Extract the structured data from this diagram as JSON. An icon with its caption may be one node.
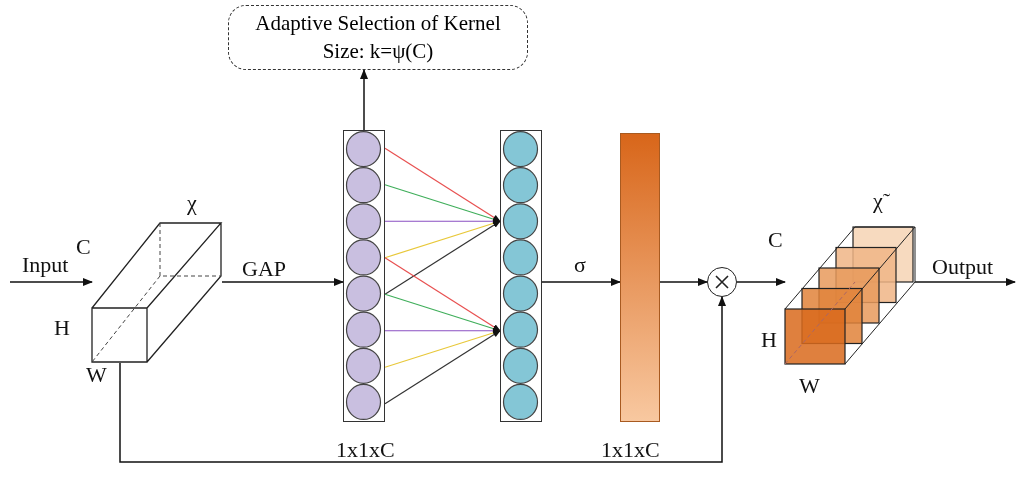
{
  "diagram": {
    "nodes": [
      {
        "text": [
          "Adaptive Selection of Kernel Size: k=ψ(C)"
        ]
      },
      {
        "text": [],
        "shape": "picture",
        "beside": [
          "χ",
          "C",
          "H",
          "W"
        ]
      },
      {
        "text": [],
        "shape": "bar",
        "beside": [
          "1x1xC"
        ]
      },
      {
        "text": [],
        "shape": "bar"
      },
      {
        "text": [],
        "shape": "bar",
        "beside": [
          "1x1xC"
        ]
      },
      {
        "text": [],
        "shape": "circle"
      },
      {
        "text": [],
        "shape": "picture",
        "beside": [
          "χ̃",
          "C",
          "H",
          "W"
        ]
      }
    ],
    "edges": [
      {
        "from": null,
        "to": 1,
        "arrow": "to",
        "label": "Input"
      },
      {
        "from": 1,
        "to": 2,
        "arrow": "to",
        "label": "GAP"
      },
      {
        "from": 2,
        "to": 0,
        "arrow": "to"
      },
      {
        "from": 2,
        "to": 3,
        "arrow": "to",
        "color": "#e85050"
      },
      {
        "from": 2,
        "to": 3,
        "arrow": "to",
        "color": "#3fae5a"
      },
      {
        "from": 2,
        "to": 3,
        "arrow": "to",
        "color": "#8a4fc2"
      },
      {
        "from": 2,
        "to": 3,
        "arrow": "to",
        "color": "#e8c83a"
      },
      {
        "from": 2,
        "to": 3,
        "arrow": "to"
      },
      {
        "from": 2,
        "to": 3,
        "arrow": "to",
        "color": "#e85050"
      },
      {
        "from": 2,
        "to": 3,
        "arrow": "to",
        "color": "#3fae5a"
      },
      {
        "from": 2,
        "to": 3,
        "arrow": "to",
        "color": "#8a4fc2"
      },
      {
        "from": 2,
        "to": 3,
        "arrow": "to",
        "color": "#e8c83a"
      },
      {
        "from": 2,
        "to": 3,
        "arrow": "to"
      },
      {
        "from": 3,
        "to": 4,
        "arrow": "to",
        "label": "σ"
      },
      {
        "from": 4,
        "to": 5,
        "arrow": "to"
      },
      {
        "from": 5,
        "to": 6,
        "arrow": "to"
      },
      {
        "from": 1,
        "to": 5,
        "arrow": "to"
      },
      {
        "from": 6,
        "to": null,
        "arrow": "to",
        "label": "Output"
      }
    ]
  }
}
